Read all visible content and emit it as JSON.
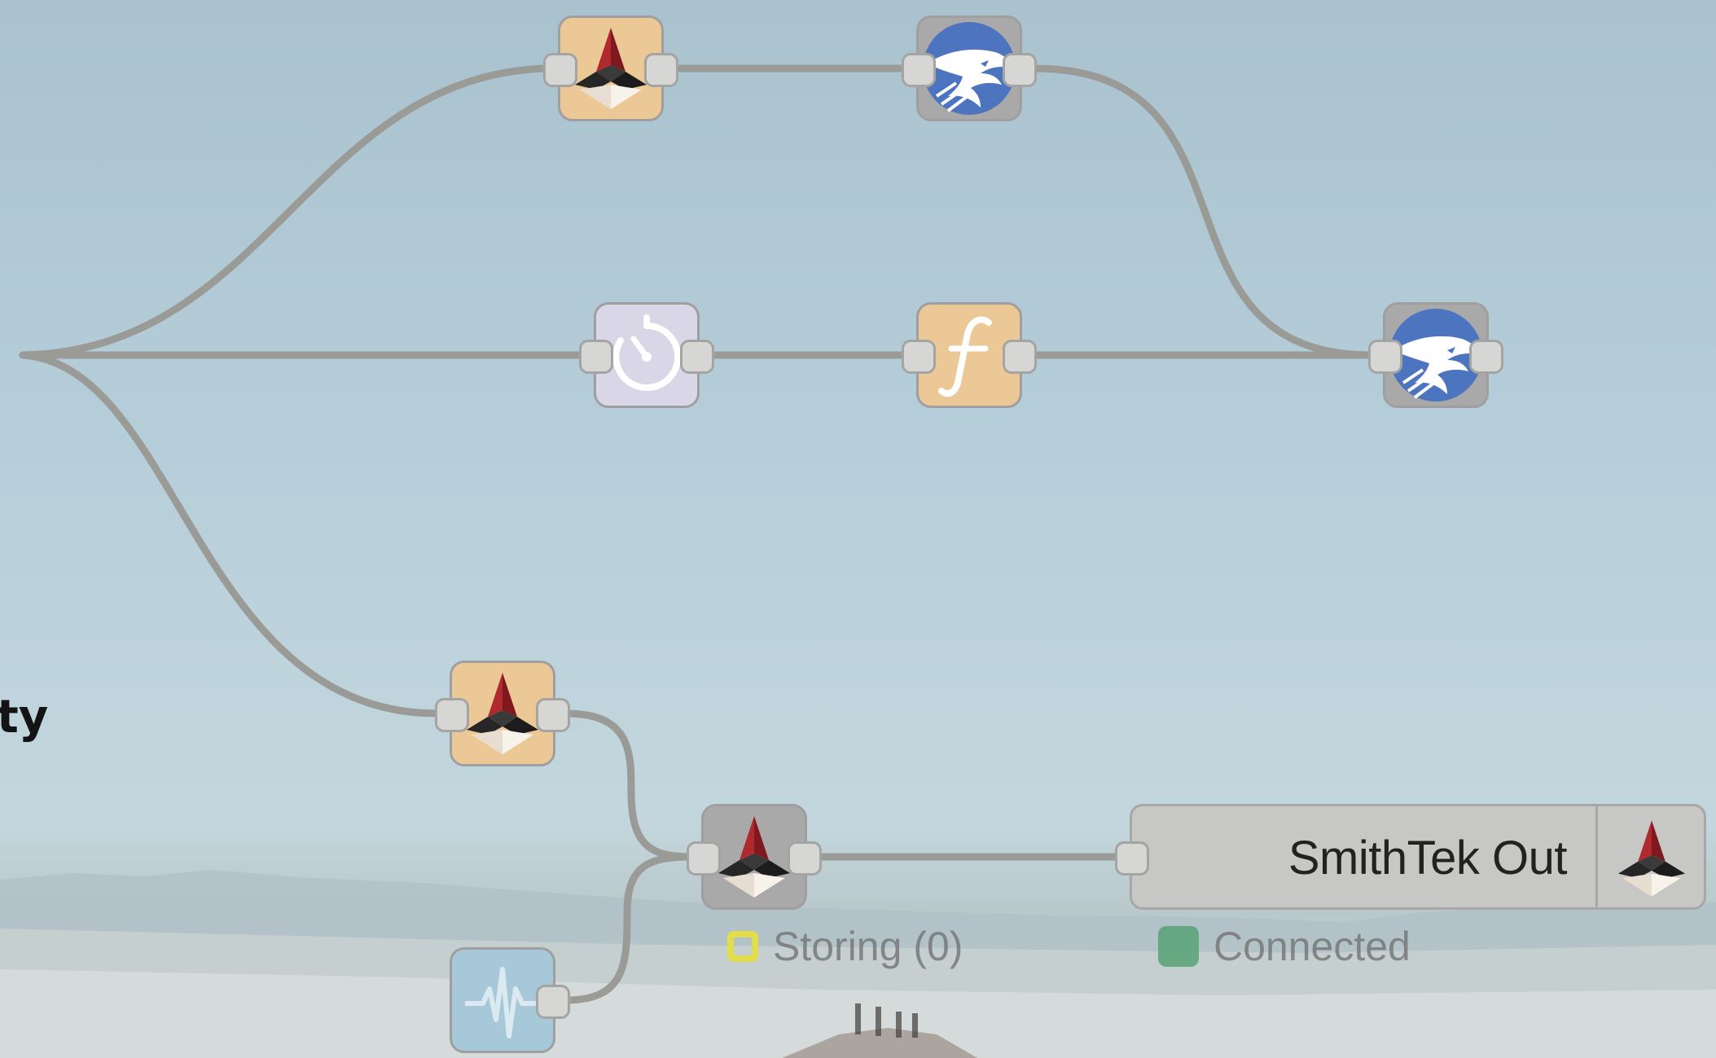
{
  "side_text": "ty",
  "nodes": [
    {
      "id": "smithtek-node-top",
      "kind": "smithtek"
    },
    {
      "id": "eagle-node-top",
      "kind": "eagle"
    },
    {
      "id": "timer-node",
      "kind": "timer"
    },
    {
      "id": "function-node",
      "kind": "function"
    },
    {
      "id": "eagle-node-right",
      "kind": "eagle"
    },
    {
      "id": "smithtek-node-mid",
      "kind": "smithtek"
    },
    {
      "id": "smithtek-node-gray",
      "kind": "smithtek"
    },
    {
      "id": "signal-node",
      "kind": "waveform"
    }
  ],
  "output_node": {
    "label": "SmithTek Out"
  },
  "status": {
    "storing": "Storing (0)",
    "connected": "Connected"
  },
  "colors": {
    "wire": "#9a9a97",
    "orange_node": "#ecc896",
    "gray_node": "#a9a9a9",
    "lavender_node": "#d9d6e8",
    "blue_node": "#a6c8d8",
    "storing_indicator": "#e2de4a",
    "connected_indicator": "#57a277"
  }
}
